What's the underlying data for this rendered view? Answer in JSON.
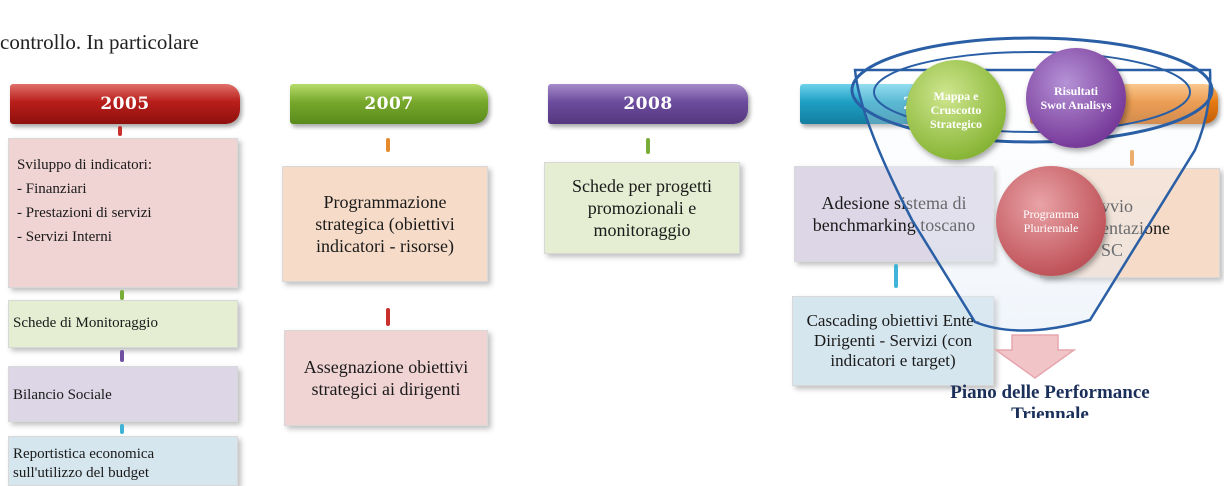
{
  "intro_text": "controllo. In particolare",
  "timeline": {
    "y2005": {
      "year": "2005",
      "indicators_title": "Sviluppo di indicatori:",
      "indicators_items": [
        "- Finanziari",
        "- Prestazioni di servizi",
        "- Servizi Interni"
      ],
      "box2": "Schede di Monitoraggio",
      "box3": "Bilancio Sociale",
      "box4_line1": "Reportistica economica",
      "box4_line2": "sull'utilizzo del budget"
    },
    "y2007": {
      "year": "2007",
      "box1": "Programmazione strategica (obiettivi indicatori - risorse)",
      "box2": "Assegnazione obiettivi strategici ai dirigenti"
    },
    "y2008": {
      "year": "2008",
      "box1": "Schede per progetti promozionali e monitoraggio"
    },
    "y2009": {
      "year_visible": "200",
      "box1": "Adesione sistema di benchmarking toscano",
      "box2": "Cascading obiettivi Ente- Dirigenti - Servizi (con indicatori e target)"
    },
    "last": {
      "box_fragment": "vvio\nentazione\nSC"
    }
  },
  "funnel": {
    "circle_mappa": "Mappa e Cruscotto Strategico",
    "circle_risultati": "Risultati Swot Analisys",
    "circle_programma": "Programma Pluriennale",
    "output_line1": "Piano delle Performance",
    "output_line2": "Triennale"
  },
  "colors": {
    "red": "#b81e1a",
    "green": "#77a82c",
    "purple": "#6c4c9e",
    "cyan": "#1e9fc4",
    "orange": "#e57a14"
  }
}
